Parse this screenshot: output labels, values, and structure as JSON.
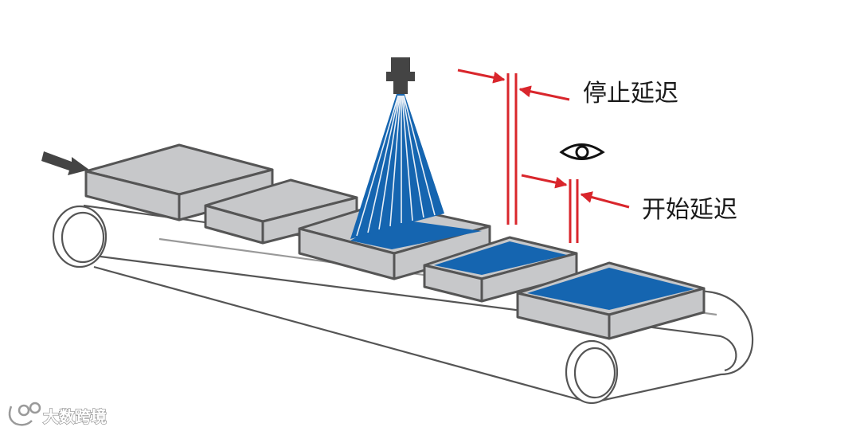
{
  "labels": {
    "stop_delay": "停止延迟",
    "start_delay": "开始延迟"
  },
  "watermark": {
    "text": "大数跨境"
  },
  "icons": {
    "eye": "eye-icon",
    "camera": "camera-icon",
    "feed_arrow": "arrow-right-icon"
  },
  "colors": {
    "box_gray": "#c7c8ca",
    "outline": "#555555",
    "fill_blue": "#1565b0",
    "ray_blue": "#2f7fd0",
    "arrow_red": "#d9262c"
  },
  "product_count": 5
}
